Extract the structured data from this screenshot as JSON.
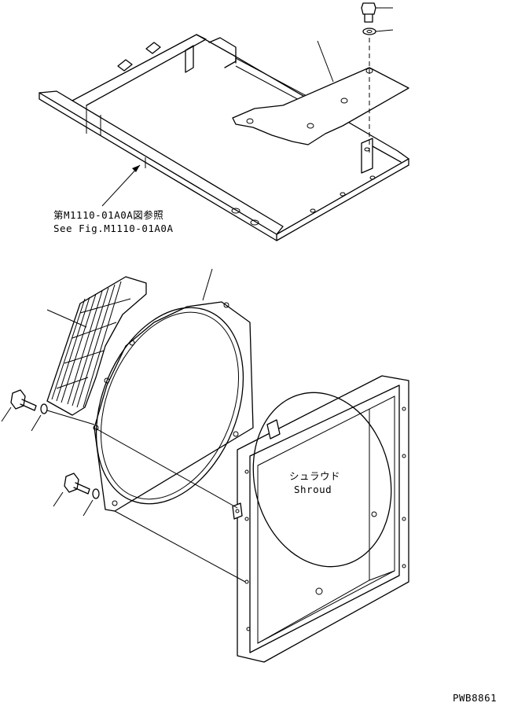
{
  "reference_note": {
    "line1": "第M1110-01A0A図参照",
    "line2": "See Fig.M1110-01A0A"
  },
  "shroud_label": {
    "japanese": "シュラウド",
    "english": "Shroud"
  },
  "drawing_code": "PWB8861"
}
